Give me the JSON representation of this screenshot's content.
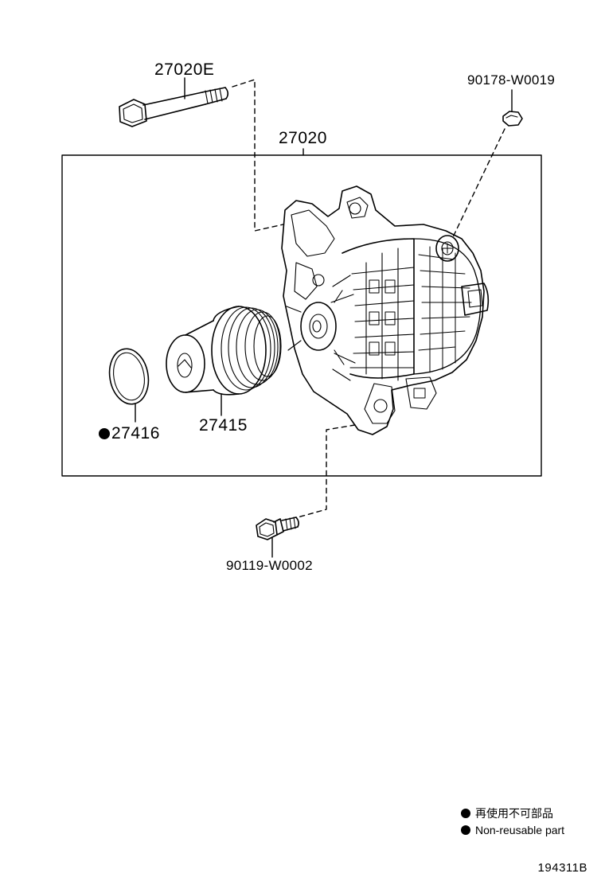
{
  "parts": {
    "bolt_top": "27020E",
    "nut": "90178-W0019",
    "alternator_assembly": "27020",
    "o_ring": "27416",
    "pulley": "27415",
    "bolt_bottom": "90119-W0002"
  },
  "legend": {
    "japanese": "再使用不可部品",
    "english": "Non-reusable part",
    "symbol": "filled-dot-icon"
  },
  "diagram_id": "194311B",
  "colors": {
    "line": "#000000",
    "background": "#ffffff"
  }
}
